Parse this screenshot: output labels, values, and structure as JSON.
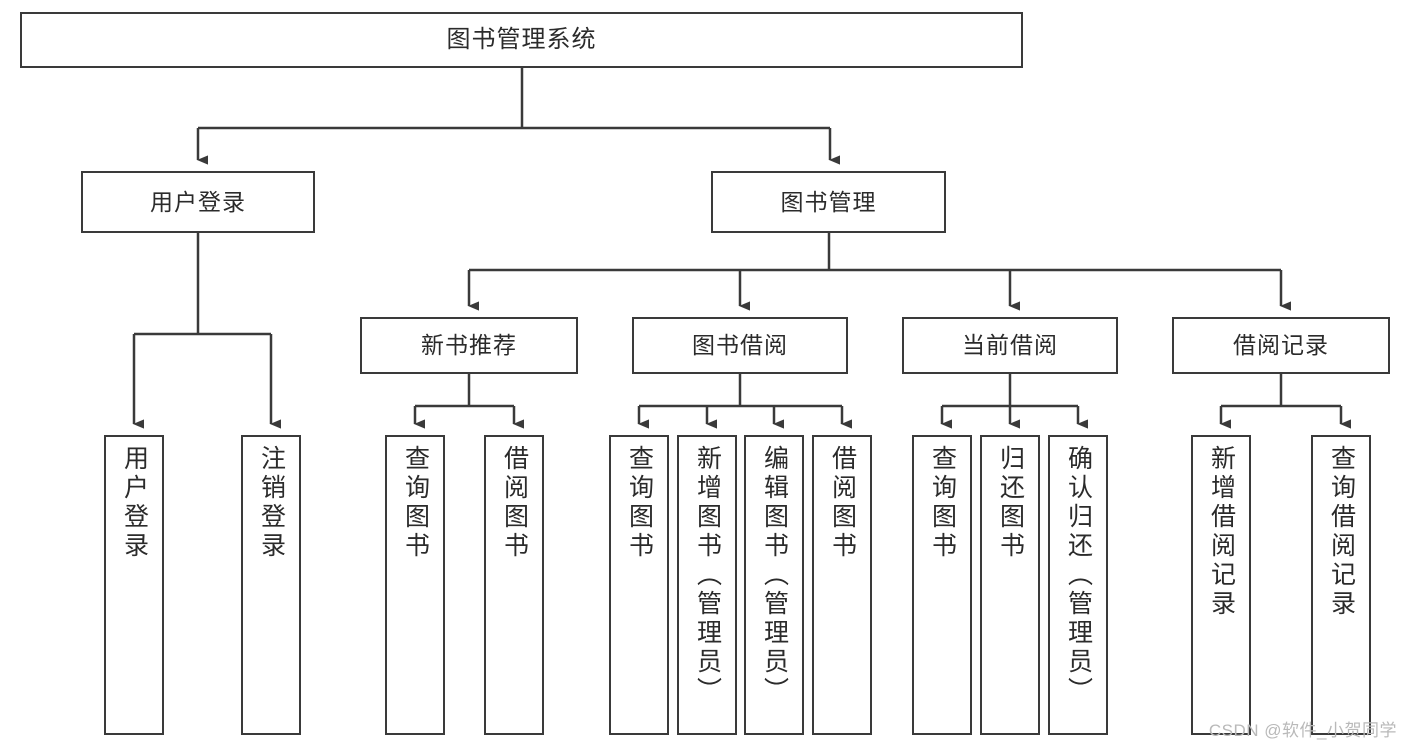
{
  "diagram": {
    "title": "图书管理系统",
    "type": "tree-hierarchy",
    "watermark": "CSDN @软件_小贺同学",
    "colors": {
      "stroke": "#3a3a3a",
      "fill": "#ffffff",
      "text": "#2b2b2b",
      "watermark": "#b9b9b9"
    },
    "nodes": {
      "root": {
        "label": "图书管理系统"
      },
      "level2": [
        {
          "label": "用户登录"
        },
        {
          "label": "图书管理"
        }
      ],
      "level3": [
        {
          "label": "新书推荐"
        },
        {
          "label": "图书借阅"
        },
        {
          "label": "当前借阅"
        },
        {
          "label": "借阅记录"
        }
      ],
      "leaves_user_login": [
        {
          "label": "用户登录"
        },
        {
          "label": "注销登录"
        }
      ],
      "leaves_new_books": [
        {
          "label": "查询图书"
        },
        {
          "label": "借阅图书"
        }
      ],
      "leaves_borrow": [
        {
          "label": "查询图书"
        },
        {
          "label": "新增图书（管理员）"
        },
        {
          "label": "编辑图书（管理员）"
        },
        {
          "label": "借阅图书"
        }
      ],
      "leaves_current": [
        {
          "label": "查询图书"
        },
        {
          "label": "归还图书"
        },
        {
          "label": "确认归还（管理员）"
        }
      ],
      "leaves_records": [
        {
          "label": "新增借阅记录"
        },
        {
          "label": "查询借阅记录"
        }
      ]
    }
  }
}
